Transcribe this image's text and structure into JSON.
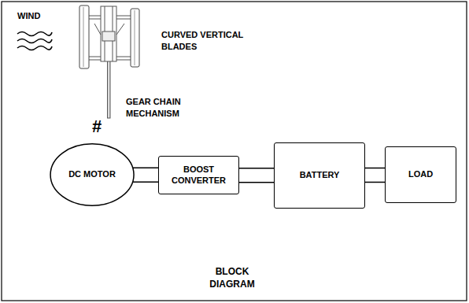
{
  "diagram": {
    "caption": "BLOCK DIAGRAM",
    "nodes": [
      {
        "text": [
          "DC MOTOR"
        ]
      },
      {
        "text": [
          "BOOST CONVERTER"
        ]
      },
      {
        "text": [
          "BATTERY"
        ]
      },
      {
        "text": [
          "LOAD"
        ]
      }
    ],
    "edges": [
      {
        "from": 0,
        "to": 1,
        "arrow": "none"
      },
      {
        "from": 1,
        "to": 2,
        "arrow": "none"
      },
      {
        "from": 2,
        "to": 3,
        "arrow": "none"
      }
    ],
    "labels": [
      "WIND",
      "CURVED VERTICAL BLADES",
      "GEAR CHAIN MECHANISM",
      "#"
    ]
  }
}
